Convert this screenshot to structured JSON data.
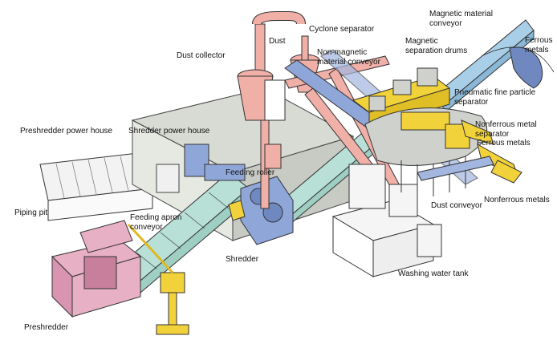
{
  "labels": {
    "preshredder_power_house": "Preshredder power house",
    "shredder_power_house": "Shredder power house",
    "dust_collector": "Dust collector",
    "dust": "Dust",
    "cyclone_separator": "Cyclone separator",
    "non_magnetic_conveyor": "Non-magnetic\nmaterial conveyor",
    "magnetic_drums": "Magnetic\nseparation drums",
    "magnetic_conveyor": "Magnetic material\nconveyor",
    "ferrous_metals_top": "Ferrous\nmetals",
    "pneumatic_separator": "Pneumatic fine particle\nseparator",
    "nonferrous_separator": "Nonferrous metal\nseparator",
    "ferrous_metals_right": "Ferrous metals",
    "feeding_roller": "Feeding roller",
    "piping_pit": "Piping pit",
    "feeding_apron_conveyor": "Feeding apron\nconveyor",
    "shredder": "Shredder",
    "dust_conveyor": "Dust conveyor",
    "nonferrous_metals": "Nonferrous metals",
    "washing_water_tank": "Washing water tank",
    "preshredder": "Preshredder"
  },
  "colors": {
    "pink": "#e8b0c4",
    "teal": "#b8e0d6",
    "blue": "#8fa6d8",
    "yellow": "#f2d23a",
    "grey": "#cfd2cc",
    "salmon": "#f0b0a8",
    "lightblue": "#a9cfe8"
  }
}
